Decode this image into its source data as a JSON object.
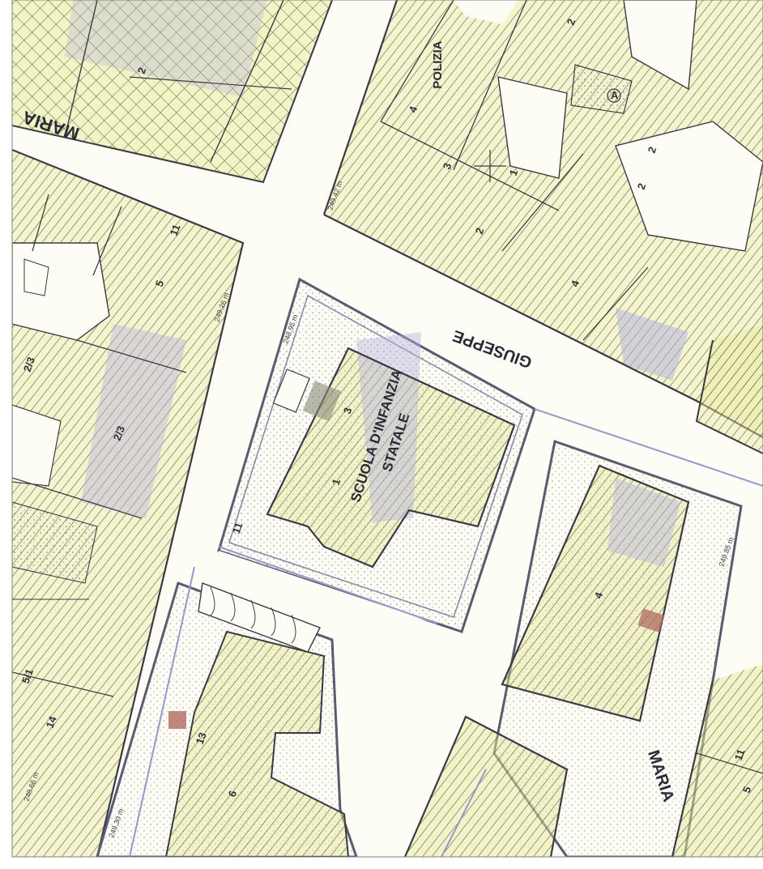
{
  "colors": {
    "paper": "#fdfdf6",
    "hatch_line": "#4a4a58",
    "yellow_tint": "#e8ec9a",
    "purple_tint": "#b7b2dc",
    "wall_line": "#3a3a44",
    "frame": "#808080",
    "red_accent": "#b06a62"
  },
  "street_labels": {
    "maria_top": "MARIA",
    "maria_bottom": "MARIA",
    "giuseppe": "GIUSEPPE",
    "polizia": "POLIZIA"
  },
  "buildings": {
    "school_line1": "SCUOLA D'INFANZIA",
    "school_line2": "STATALE"
  },
  "parcel_numbers": {
    "p_top2": "2",
    "p_top_right2": "2",
    "p4": "4",
    "p3": "3",
    "p1_right": "1",
    "p2_mid": "2",
    "p4_lower": "4",
    "p5": "5",
    "p11_top": "11",
    "p2_3a": "2/3",
    "p2_3b": "2/3",
    "p3_school": "3",
    "p1_school": "1",
    "p11_school": "11",
    "p4_block": "4",
    "p5_1": "5/1",
    "p14": "14",
    "p13": "13",
    "p6": "6",
    "p11_right": "11",
    "p5_right": "5",
    "p2_right_a": "2",
    "p2_right_b": "2",
    "p_circle": "A"
  },
  "elevations": {
    "e1": "249.42 m",
    "e2": "248.95 m",
    "e3": "249.26 m",
    "e4": "249.85 m",
    "e5": "248.66 m",
    "e6": "249.30 m"
  }
}
